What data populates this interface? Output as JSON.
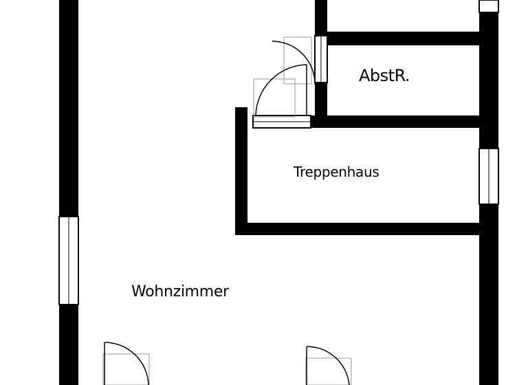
{
  "rooms": {
    "abstellraum": "AbstR.",
    "treppenhaus": "Treppenhaus",
    "wohnzimmer": "Wohnzimmer"
  },
  "colors": {
    "wall": "#000000",
    "background": "#ffffff",
    "door_frame": "#999999"
  }
}
